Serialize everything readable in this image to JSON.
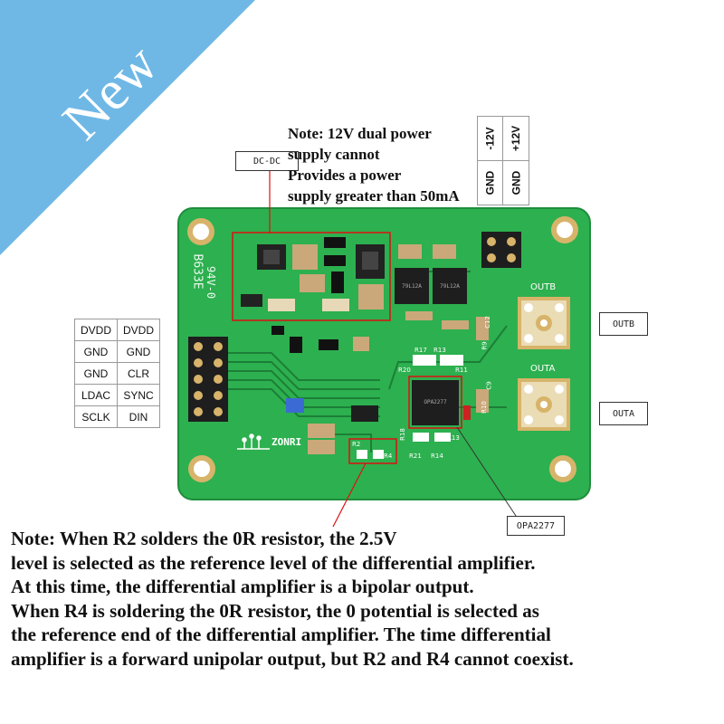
{
  "badge": {
    "label": "New",
    "color": "#6fb8e6"
  },
  "notes": {
    "top": [
      "Note: 12V dual power",
      "supply cannot",
      "Provides a power",
      "supply greater than 50mA"
    ],
    "bottom": [
      "Note: When R2 solders the 0R resistor, the 2.5V",
      "level is selected as the reference level of the differential amplifier.",
      "At this time, the differential amplifier is a bipolar output.",
      "When R4 is soldering the 0R resistor, the 0 potential is selected as",
      "the reference end of the differential amplifier. The time differential",
      "amplifier is a forward unipolar output, but R2 and R4 cannot coexist."
    ]
  },
  "tags": {
    "dcdc": "DC-DC",
    "outb": "OUTB",
    "outa": "OUTA",
    "opa": "OPA2277"
  },
  "power_header": {
    "top": [
      "-12V",
      "+12V"
    ],
    "bottom": [
      "GND",
      "GND"
    ]
  },
  "pin_header": [
    [
      "DVDD",
      "DVDD"
    ],
    [
      "GND",
      "GND"
    ],
    [
      "GND",
      "CLR"
    ],
    [
      "LDAC",
      "SYNC"
    ],
    [
      "SCLK",
      "DIN"
    ]
  ],
  "board": {
    "color": "#2db04f",
    "silk": {
      "rev": "B633E",
      "ul": "94V-0",
      "brand": "ZONRI",
      "outb": "OUTB",
      "outa": "OUTA",
      "c12": "C12",
      "c9": "C9",
      "r9": "R9",
      "r10": "R10",
      "r17": "R17",
      "r13": "R13",
      "r20": "R20",
      "r11": "R11",
      "r2": "R2",
      "r4": "R4",
      "r18": "R18",
      "r21": "R21",
      "r14": "R14",
      "r23": "R13"
    }
  }
}
